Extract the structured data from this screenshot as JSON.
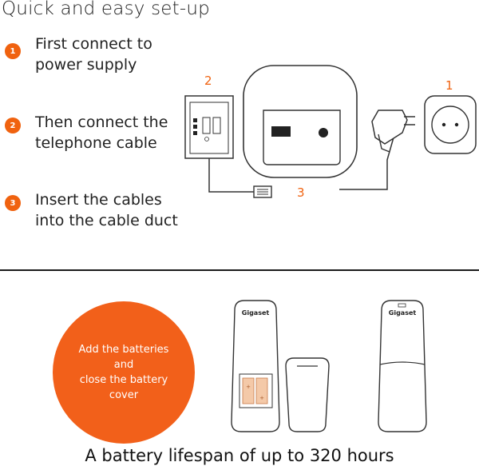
{
  "title": "Quick and easy set-up",
  "steps": [
    {
      "number": "1",
      "line1": "First connect to",
      "line2": "power supply"
    },
    {
      "number": "2",
      "line1": "Then connect the",
      "line2": "telephone cable"
    },
    {
      "number": "3",
      "line1": "Insert the cables",
      "line2": "into the cable duct"
    }
  ],
  "diagram_labels": {
    "socket": "1",
    "wall_jack": "2",
    "cable_duct": "3"
  },
  "callout": {
    "line1": "Add the batteries",
    "line2": "and",
    "line3": "close the battery",
    "line4": "cover"
  },
  "brand": "Gigaset",
  "footer": "A battery lifespan of up to 320 hours",
  "colors": {
    "accent": "#f0620f",
    "line": "#333333"
  },
  "icons": [
    "power-socket-icon",
    "power-adapter-icon",
    "base-station-icon",
    "telephone-wall-jack-icon",
    "handset-icon",
    "battery-cover-icon",
    "battery-icon"
  ]
}
